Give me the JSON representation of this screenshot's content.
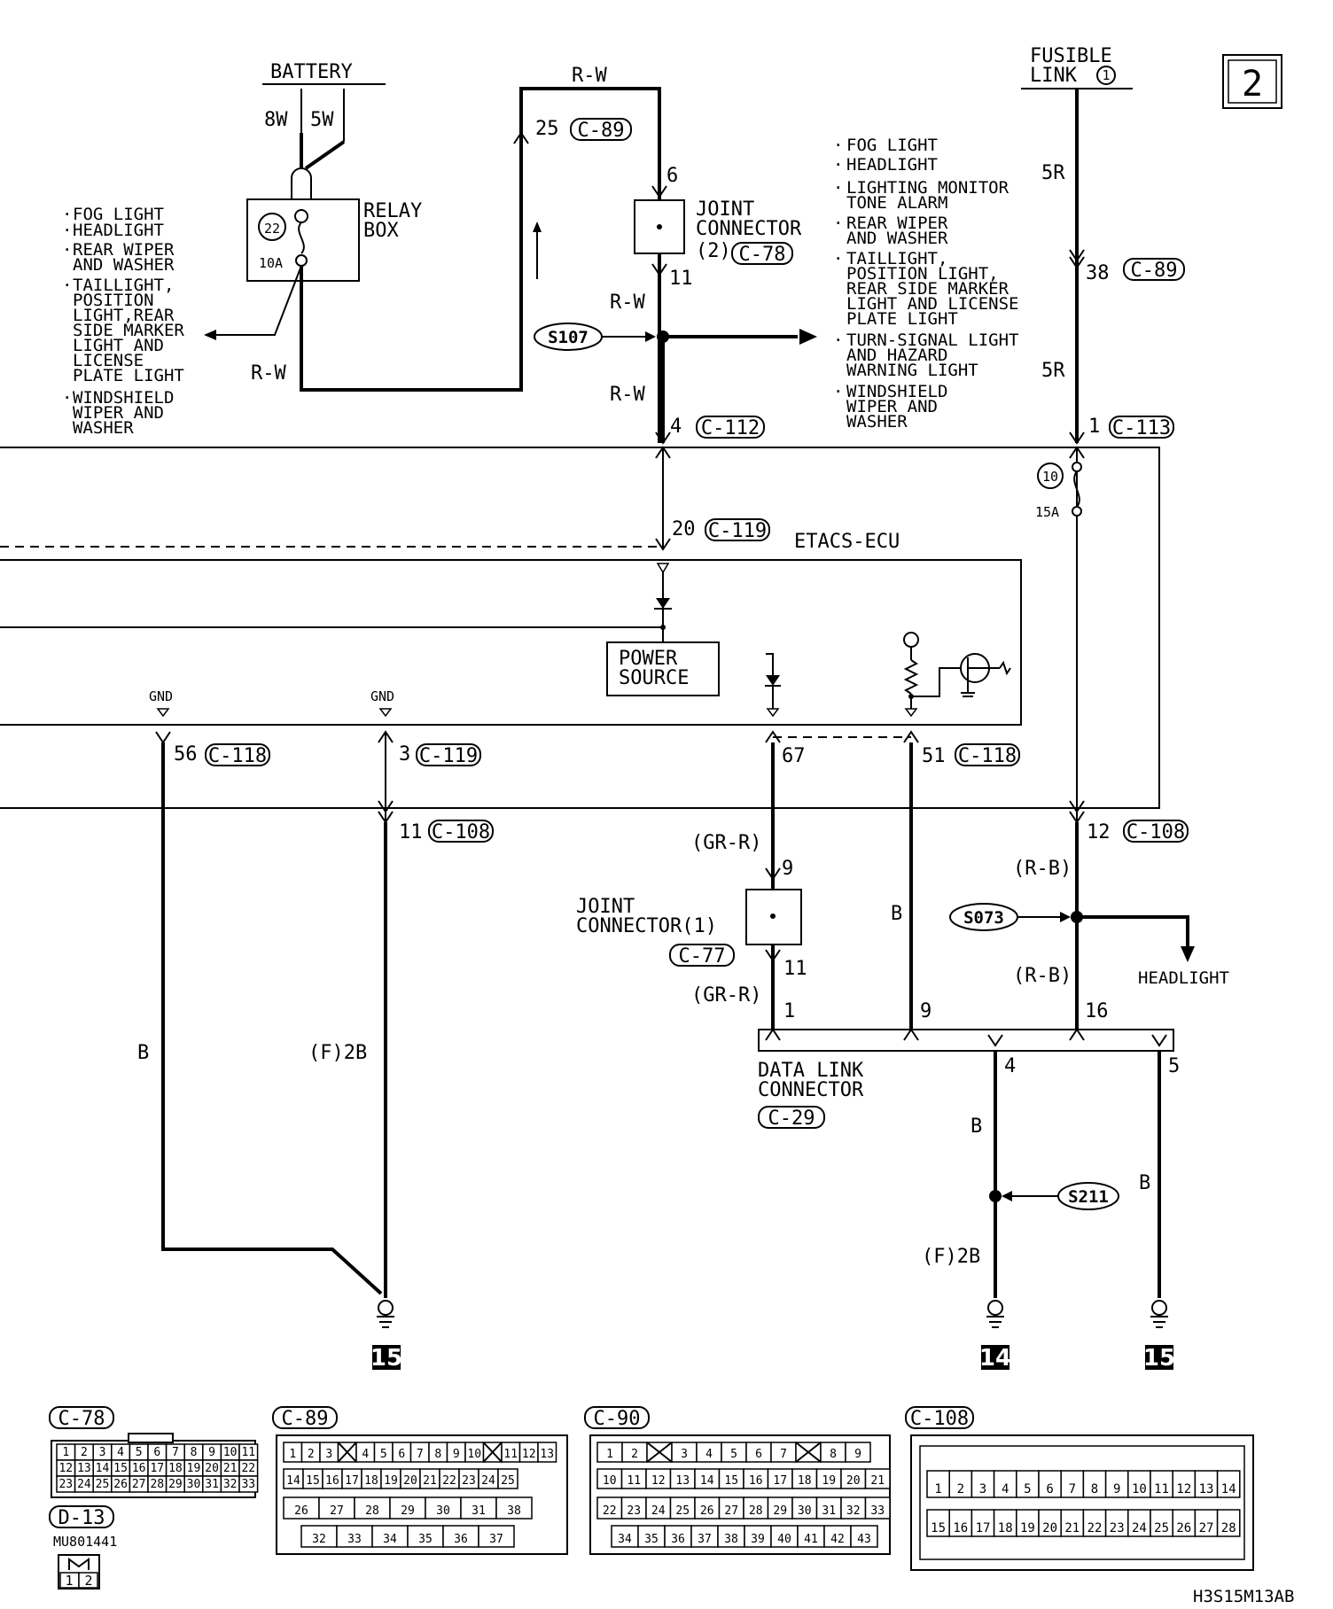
{
  "page_number": "2",
  "battery": {
    "label": "BATTERY",
    "wire_left": "8W",
    "wire_right": "5W"
  },
  "relay_box": {
    "label_line1": "RELAY",
    "label_line2": "BOX",
    "fuse_no": "22",
    "fuse_rating": "10A"
  },
  "fusible_link": {
    "label_line1": "FUSIBLE",
    "label_line2": "LINK",
    "no": "1"
  },
  "left_loads": [
    "FOG LIGHT",
    "HEADLIGHT",
    "REAR WIPER",
    "AND WASHER",
    "TAILLIGHT,",
    "POSITION",
    "LIGHT,REAR",
    "SIDE MARKER",
    "LIGHT AND",
    "LICENSE",
    "PLATE LIGHT",
    "WINDSHIELD",
    "WIPER AND",
    "WASHER"
  ],
  "right_loads": [
    "FOG LIGHT",
    "HEADLIGHT",
    "LIGHTING MONITOR",
    "TONE ALARM",
    "REAR WIPER",
    "AND WASHER",
    "TAILLIGHT,",
    "POSITION LIGHT,",
    "REAR SIDE MARKER",
    "LIGHT AND LICENSE",
    "PLATE LIGHT",
    "TURN-SIGNAL LIGHT",
    "AND HAZARD",
    "WARNING LIGHT",
    "WINDSHIELD",
    "WIPER AND",
    "WASHER"
  ],
  "wires": {
    "rw": "R-W",
    "r5": "5R",
    "b": "B",
    "f2b": "(F)2B",
    "grr": "(GR-R)",
    "rb": "(R-B)"
  },
  "pins": {
    "p25": "25",
    "p6": "6",
    "p11": "11",
    "p4": "4",
    "p38": "38",
    "p1": "1",
    "p20": "20",
    "p56": "56",
    "p3": "3",
    "p67": "67",
    "p51": "51",
    "p11b": "11",
    "p12": "12",
    "p9": "9",
    "p11c": "11",
    "p1b": "1",
    "p9b": "9",
    "p16": "16",
    "p4b": "4",
    "p5": "5"
  },
  "connectors": {
    "c89": "C-89",
    "c78": "C-78",
    "c112": "C-112",
    "c113": "C-113",
    "c119": "C-119",
    "c118": "C-118",
    "c108": "C-108",
    "c77": "C-77",
    "c29": "C-29",
    "c90": "C-90",
    "d13": "D-13"
  },
  "joint_connector_2": {
    "line1": "JOINT",
    "line2": "CONNECTOR",
    "line3": "(2)"
  },
  "joint_connector_1": {
    "line1": "JOINT",
    "line2": "CONNECTOR(1)"
  },
  "splices": {
    "s107": "S107",
    "s073": "S073",
    "s211": "S211"
  },
  "etacs": {
    "label": "ETACS-ECU",
    "gnd": "GND",
    "power_line1": "POWER",
    "power_line2": "SOURCE"
  },
  "fuse10": {
    "no": "10",
    "rating": "15A"
  },
  "headlight": "HEADLIGHT",
  "data_link": {
    "line1": "DATA LINK",
    "line2": "CONNECTOR"
  },
  "grounds": [
    "15",
    "14",
    "15"
  ],
  "part_no": "MU801441",
  "footer_code": "H3S15M13AB",
  "connector_views": {
    "c78_row1": [
      "1",
      "2",
      "3",
      "4",
      "5",
      "6",
      "7",
      "8",
      "9",
      "10",
      "11"
    ],
    "c78_row2": [
      "12",
      "13",
      "14",
      "15",
      "16",
      "17",
      "18",
      "19",
      "20",
      "21",
      "22"
    ],
    "c78_row3": [
      "23",
      "24",
      "25",
      "26",
      "27",
      "28",
      "29",
      "30",
      "31",
      "32",
      "33"
    ],
    "d13_pins": [
      "1",
      "2"
    ],
    "c89_row1": [
      "1",
      "2",
      "3",
      "",
      "4",
      "5",
      "6",
      "7",
      "8",
      "9",
      "10",
      "",
      "11",
      "12",
      "13"
    ],
    "c89_row2": [
      "14",
      "15",
      "16",
      "17",
      "18",
      "19",
      "20",
      "21",
      "22",
      "23",
      "24",
      "25"
    ],
    "c89_row3": [
      "26",
      "27",
      "28",
      "29",
      "30",
      "31",
      "38"
    ],
    "c89_row4": [
      "32",
      "33",
      "34",
      "35",
      "36",
      "37"
    ],
    "c90_row1": [
      "1",
      "2",
      "",
      "3",
      "4",
      "5",
      "6",
      "7",
      "",
      "8",
      "9"
    ],
    "c90_row2": [
      "10",
      "11",
      "12",
      "13",
      "14",
      "15",
      "16",
      "17",
      "18",
      "19",
      "20",
      "21"
    ],
    "c90_row3": [
      "22",
      "23",
      "24",
      "25",
      "26",
      "27",
      "28",
      "29",
      "30",
      "31",
      "32",
      "33"
    ],
    "c90_row4": [
      "34",
      "35",
      "36",
      "37",
      "38",
      "39",
      "40",
      "41",
      "42",
      "43"
    ],
    "c108_row1": [
      "1",
      "2",
      "3",
      "4",
      "5",
      "6",
      "7",
      "8",
      "9",
      "10",
      "11",
      "12",
      "13",
      "14"
    ],
    "c108_row2": [
      "15",
      "16",
      "17",
      "18",
      "19",
      "20",
      "21",
      "22",
      "23",
      "24",
      "25",
      "26",
      "27",
      "28"
    ]
  }
}
